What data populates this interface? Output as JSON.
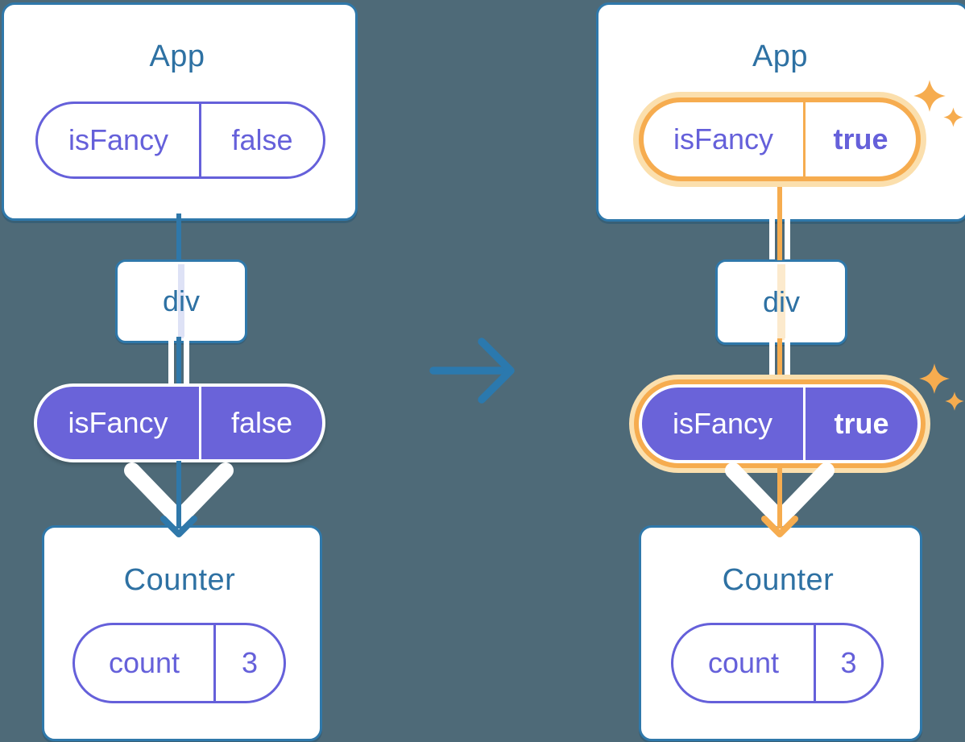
{
  "scene": {
    "description": "React component-tree diagram: App passes isFancy state down through div to Counter; left tree before (false), right tree after (true) with orange highlights and sparkles",
    "background_color": "#4E6A78"
  },
  "colors": {
    "background": "#4E6A78",
    "card_fill": "#FFFFFF",
    "card_border": "#2F78AA",
    "title_text": "#2E71A3",
    "purple_text_border": "#6560DA",
    "purple_fill": "#6A63D9",
    "faint_lavender": "#DEE2F6",
    "highlight_orange": "#F6AC4F",
    "highlight_glow": "#FBDFAD",
    "faint_peach": "#FCEACD",
    "transition_arrow": "#2B79AE",
    "pipe_white": "#FFFFFF"
  },
  "before": {
    "app": {
      "title": "App",
      "state": {
        "name": "isFancy",
        "value": "false"
      }
    },
    "container": {
      "label": "div"
    },
    "prop": {
      "name": "isFancy",
      "value": "false"
    },
    "counter": {
      "title": "Counter",
      "state": {
        "name": "count",
        "value": "3"
      }
    }
  },
  "after": {
    "app": {
      "title": "App",
      "state": {
        "name": "isFancy",
        "value": "true"
      }
    },
    "container": {
      "label": "div"
    },
    "prop": {
      "name": "isFancy",
      "value": "true"
    },
    "counter": {
      "title": "Counter",
      "state": {
        "name": "count",
        "value": "3"
      }
    }
  }
}
